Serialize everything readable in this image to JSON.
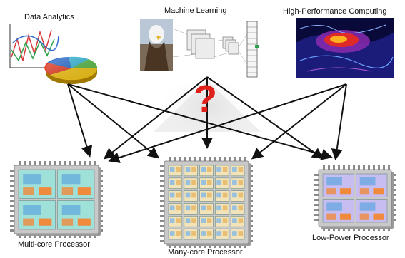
{
  "sources": {
    "data_analytics": "Data Analytics",
    "machine_learning": "Machine Learning",
    "hpc": "High-Performance Computing"
  },
  "center_symbol": "?",
  "processors": {
    "multicore": "Multi-core Processor",
    "manycore": "Many-core Processor",
    "lowpower": "Low-Power Processor"
  },
  "colors": {
    "arrow": "#111111",
    "question": "#e0201b",
    "chip_body": "#c9c9c9",
    "multicore_core": "#9fe0d8",
    "manycore_core": "#f2e4b8",
    "lowpower_core": "#c7bdf0",
    "cache": "#f08a3c"
  }
}
